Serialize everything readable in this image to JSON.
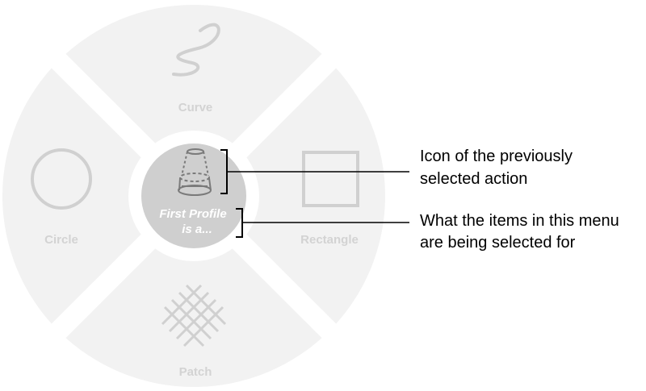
{
  "menu": {
    "items": [
      {
        "label": "Curve",
        "icon": "curve-icon"
      },
      {
        "label": "Rectangle",
        "icon": "rectangle-icon"
      },
      {
        "label": "Patch",
        "icon": "patch-icon"
      },
      {
        "label": "Circle",
        "icon": "circle-icon"
      }
    ],
    "center": {
      "icon": "loft-icon",
      "line1": "First Profile",
      "line2": "is a..."
    }
  },
  "callouts": {
    "icon": {
      "line1": "Icon of the previously",
      "line2": "selected action"
    },
    "purpose": {
      "line1": "What the items in this menu",
      "line2": "are being selected for"
    }
  },
  "colors": {
    "wedge": "#f2f2f2",
    "item_text": "#d3d3d3",
    "item_icon": "#d0d0d0",
    "center_disc": "#cfcfcf",
    "center_icon": "#7a7a7a",
    "callout_line": "#000000"
  }
}
